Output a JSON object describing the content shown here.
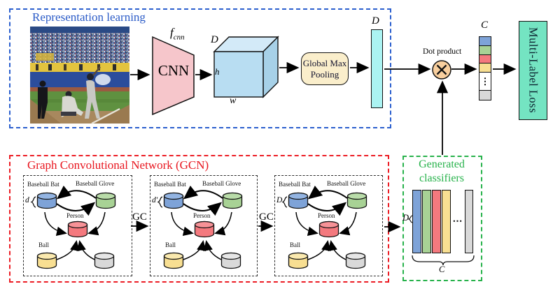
{
  "representation_learning": {
    "title": "Representation learning",
    "cnn": {
      "label": "CNN",
      "fn": "f",
      "fn_sub": "cnn"
    },
    "feature_map": {
      "depth": "D",
      "height": "h",
      "width": "w"
    },
    "pooling": {
      "line1": "Global Max",
      "line2": "Pooling"
    },
    "pooled_vector_dim": "D"
  },
  "fusion": {
    "dot_product_label": "Dot product",
    "scores_dim": "C",
    "loss_label": "Multi-Label Loss",
    "ellipsis_vertical": "⋮"
  },
  "gcn": {
    "title": "Graph Convolutional Network (GCN)",
    "gc_label": "GC",
    "node_labels": {
      "bat": "Baseball Bat",
      "glove": "Baseball Glove",
      "person": "Person",
      "ball": "Ball"
    },
    "layer_dims": [
      "d",
      "d′",
      "D"
    ]
  },
  "generated_classifiers": {
    "title_line1": "Generated",
    "title_line2": "classifiers",
    "input_dim": "D",
    "count_label": "C",
    "ellipsis_horizontal": "⋯"
  },
  "colors": {
    "box_blue": "#2b5fce",
    "box_red": "#ec1c24",
    "box_green": "#27b24b",
    "cnn_fill": "#f6c6cb",
    "cube_front": "#b8ddf2",
    "cube_top": "#d3eaf8",
    "cube_right": "#a7d1e8",
    "pooling_fill": "#faeecb",
    "vector_cyan": "#abf3f2",
    "dot_fill": "#f8cf9e",
    "loss_fill": "#74e4c2",
    "class_palette": [
      "#7ea3d8",
      "#a8d295",
      "#f4797e",
      "#f8df92",
      "#d9d9d9"
    ]
  }
}
